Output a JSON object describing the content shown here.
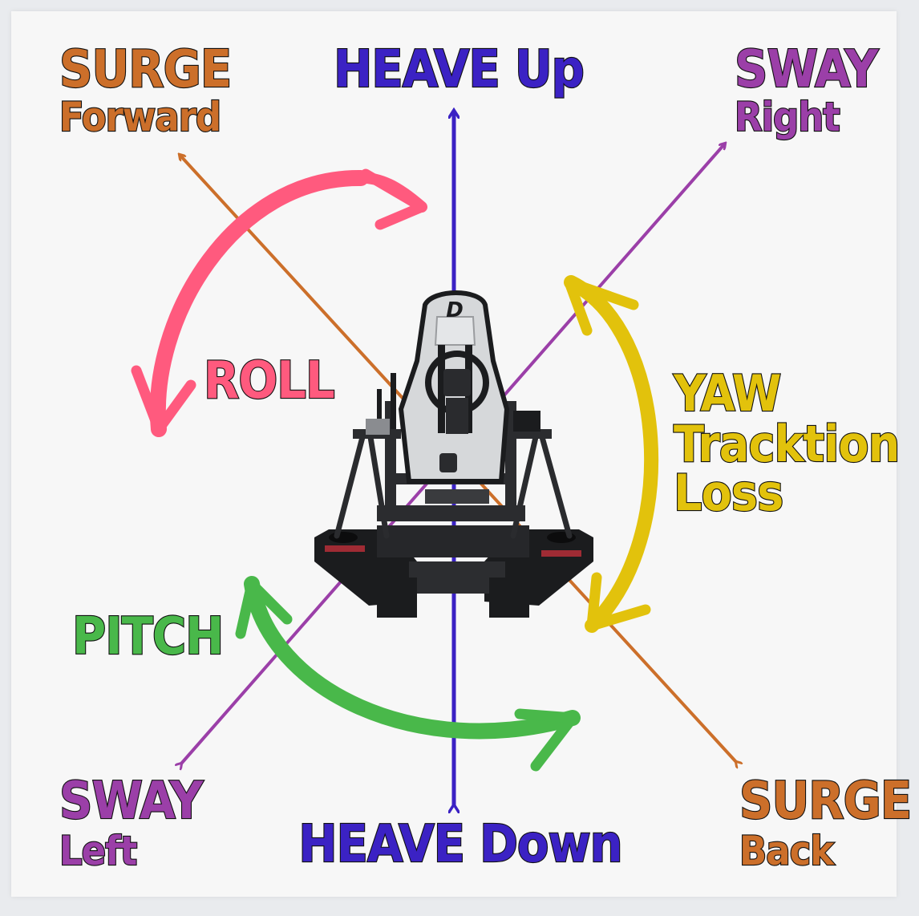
{
  "labels": {
    "surge_forward": {
      "line1": "SURGE",
      "line2": "Forward"
    },
    "heave_up": {
      "line1": "HEAVE Up"
    },
    "sway_right": {
      "line1": "SWAY",
      "line2": "Right"
    },
    "roll": {
      "line1": "ROLL"
    },
    "yaw": {
      "line1": "YAW",
      "line2": "Tracktion",
      "line3": "Loss"
    },
    "pitch": {
      "line1": "PITCH"
    },
    "sway_left": {
      "line1": "SWAY",
      "line2": "Left"
    },
    "heave_down": {
      "line1": "HEAVE Down"
    },
    "surge_back": {
      "line1": "SURGE",
      "line2": "Back"
    }
  },
  "colors": {
    "surge": "#cc6f2a",
    "heave": "#3b22c4",
    "sway": "#9b3fa8",
    "roll": "#ff5a7e",
    "yaw": "#e2c20c",
    "pitch": "#49b84a",
    "rig_dark": "#1b1c1e",
    "seat_light": "#d6d8da"
  },
  "seat_logo": "D"
}
